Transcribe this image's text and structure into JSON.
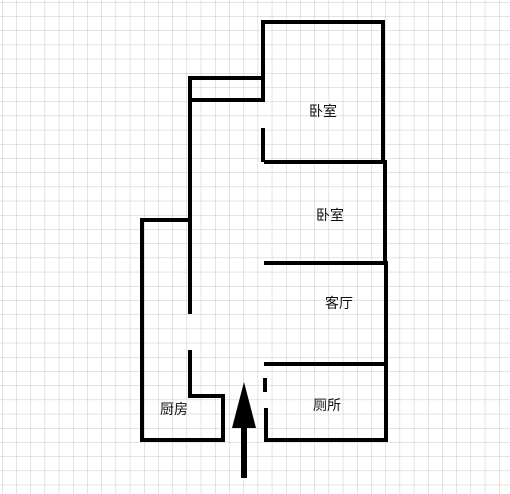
{
  "rooms": {
    "bedroom_top": "卧室",
    "bedroom_middle": "卧室",
    "living_room": "客厅",
    "bathroom": "厕所",
    "kitchen": "厨房"
  },
  "colors": {
    "background": "#ffffff",
    "grid": "#c8c8c8",
    "wall": "#000000"
  },
  "icons": {
    "entrance": "up-arrow-icon"
  }
}
